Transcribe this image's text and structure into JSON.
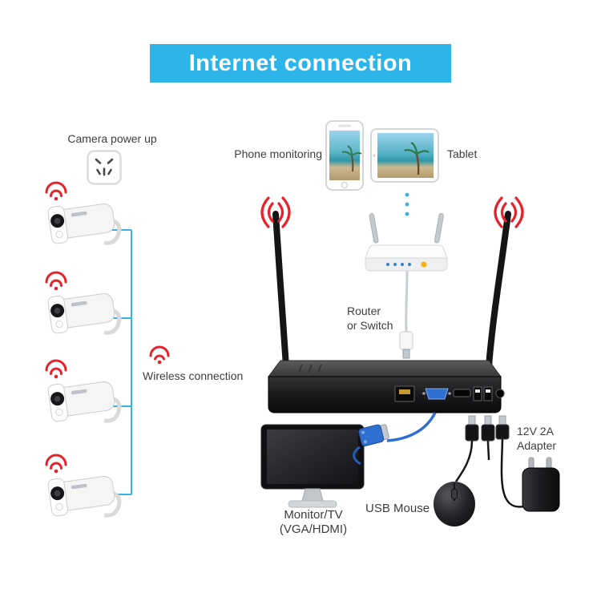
{
  "header": {
    "title": "Internet connection"
  },
  "labels": {
    "camera_power_up": "Camera power up",
    "phone_monitoring": "Phone monitoring",
    "tablet": "Tablet",
    "router_line1": "Router",
    "router_line2": "or Switch",
    "wireless_connection": "Wireless connection",
    "monitor_line1": "Monitor/TV",
    "monitor_line2": "(VGA/HDMI)",
    "usb_mouse": "USB Mouse",
    "adapter_line1": "12V 2A",
    "adapter_line2": "Adapter"
  },
  "colors": {
    "banner_blue": "#2db4e8",
    "wifi_red": "#e8222b",
    "connection_cyan": "#37b3e3",
    "vga_blue": "#2f6fd0",
    "label_text": "#3d3d3d",
    "led_yellow": "#f3b40d"
  }
}
